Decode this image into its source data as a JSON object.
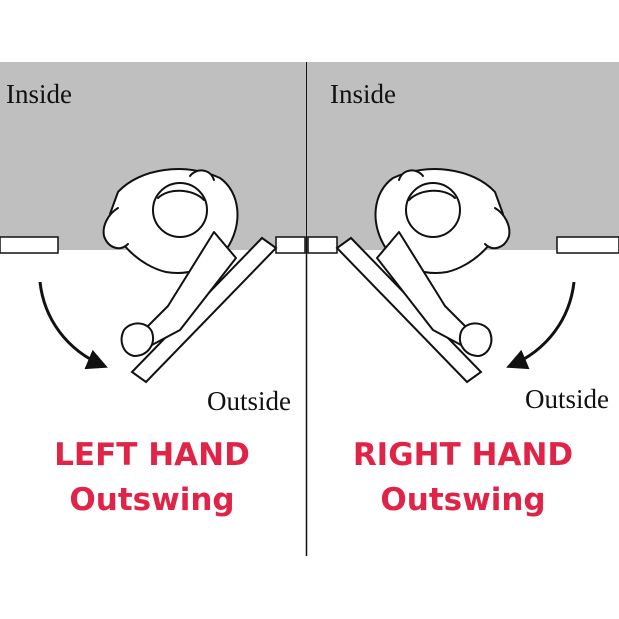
{
  "colors": {
    "inside_area": "#bfbfbf",
    "outside_area": "#ffffff",
    "caption": "#e02448",
    "ink": "#111111"
  },
  "left_panel": {
    "inside_label": "Inside",
    "outside_label": "Outside",
    "caption_line1": "LEFT HAND",
    "caption_line2": "Outswing"
  },
  "right_panel": {
    "inside_label": "Inside",
    "outside_label": "Outside",
    "caption_line1": "RIGHT HAND",
    "caption_line2": "Outswing"
  },
  "icons": [
    "person-top-view-icon",
    "door-leaf-icon",
    "swing-arrow-icon"
  ]
}
